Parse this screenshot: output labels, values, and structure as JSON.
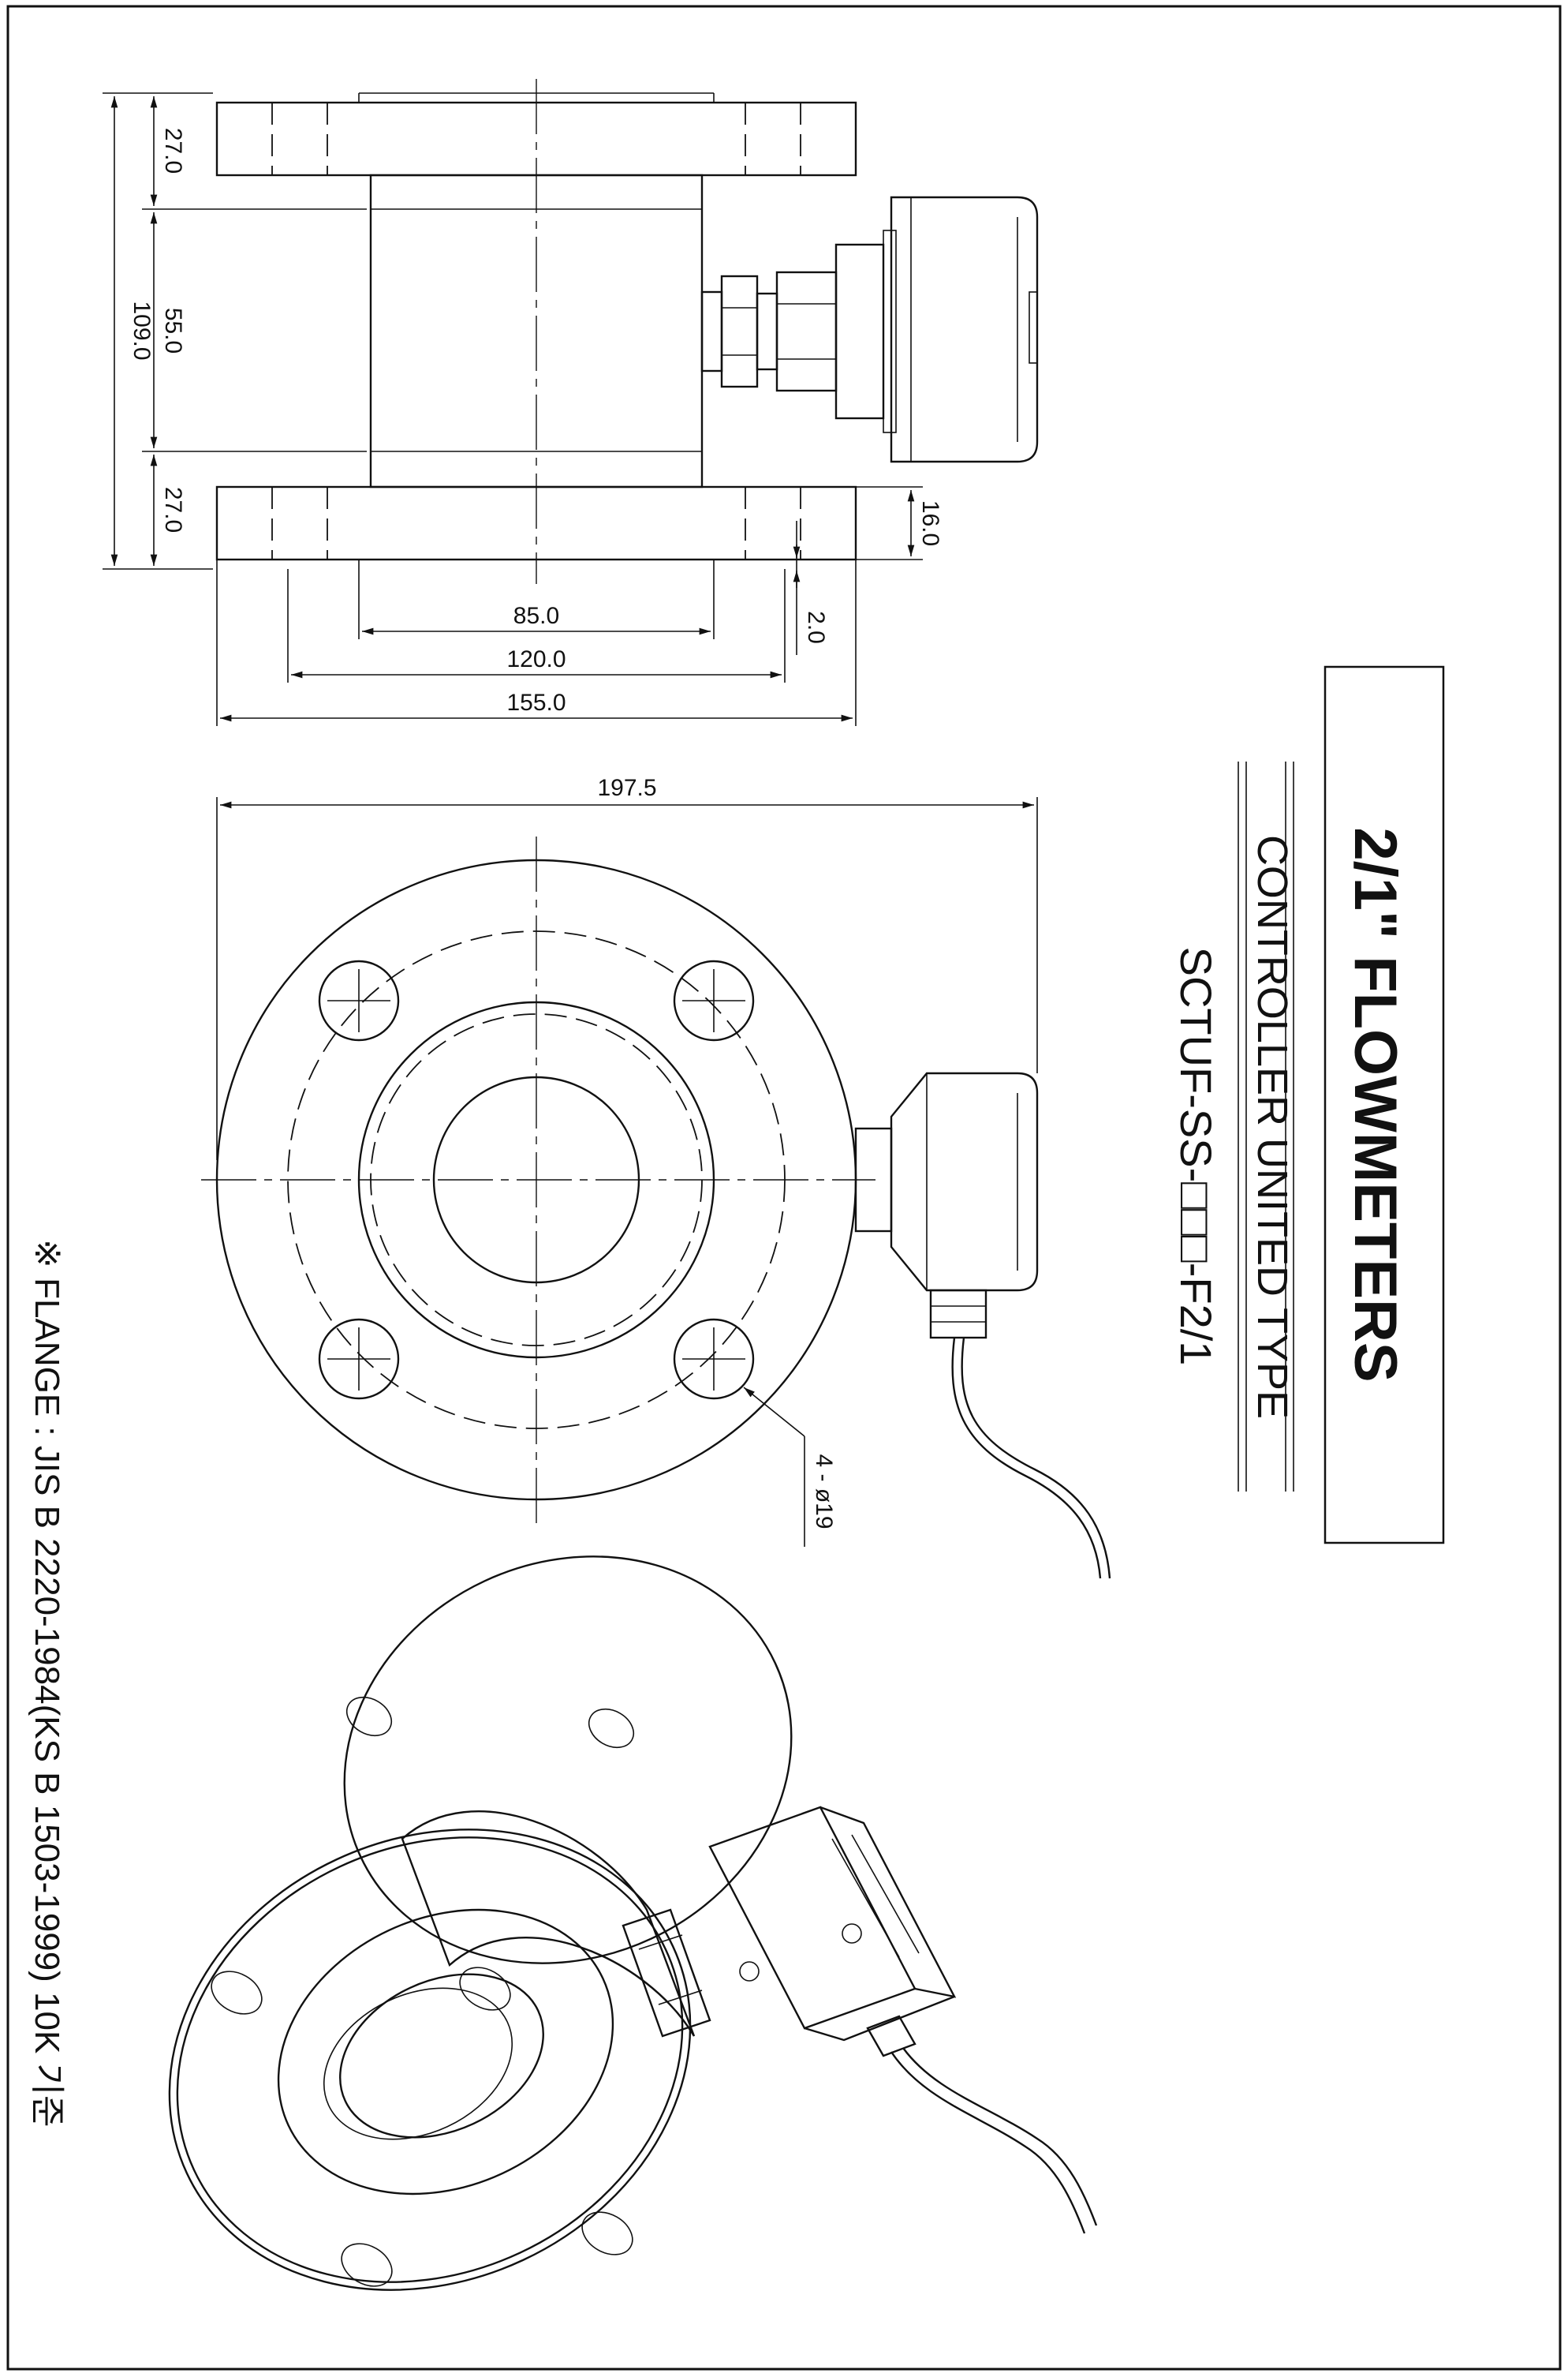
{
  "title_block": {
    "title": "2/1\" FLOWMETERS",
    "subtitle": "CONTROLLER UNITED TYPE",
    "model": "SCTUF-SS-□□□-F2/1"
  },
  "note": "※ FLANGE : JIS B 2220-1984(KS B 1503-1999) 10K 기준",
  "side_view_dimensions": {
    "overall_length": "109.0",
    "flange_thickness_top": "27.0",
    "body_length": "55.0",
    "flange_thickness_bottom": "27.0",
    "sensor_offset": "16.0",
    "raised_face": "2.0",
    "bore": "85.0",
    "bolt_circle": "120.0",
    "flange_outer": "155.0"
  },
  "front_view_dimensions": {
    "overall_height": "197.5",
    "bolt_holes": "4 - ø19"
  }
}
